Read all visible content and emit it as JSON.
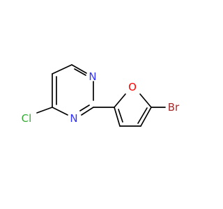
{
  "molecule": {
    "atoms": {
      "n1": {
        "symbol": "N",
        "color": "#3333ff"
      },
      "n3": {
        "symbol": "N",
        "color": "#3333ff"
      },
      "cl": {
        "symbol": "Cl",
        "color": "#33aa33"
      },
      "o": {
        "symbol": "O",
        "color": "#ff0000"
      },
      "br": {
        "symbol": "Br",
        "color": "#a52a2a"
      }
    }
  }
}
